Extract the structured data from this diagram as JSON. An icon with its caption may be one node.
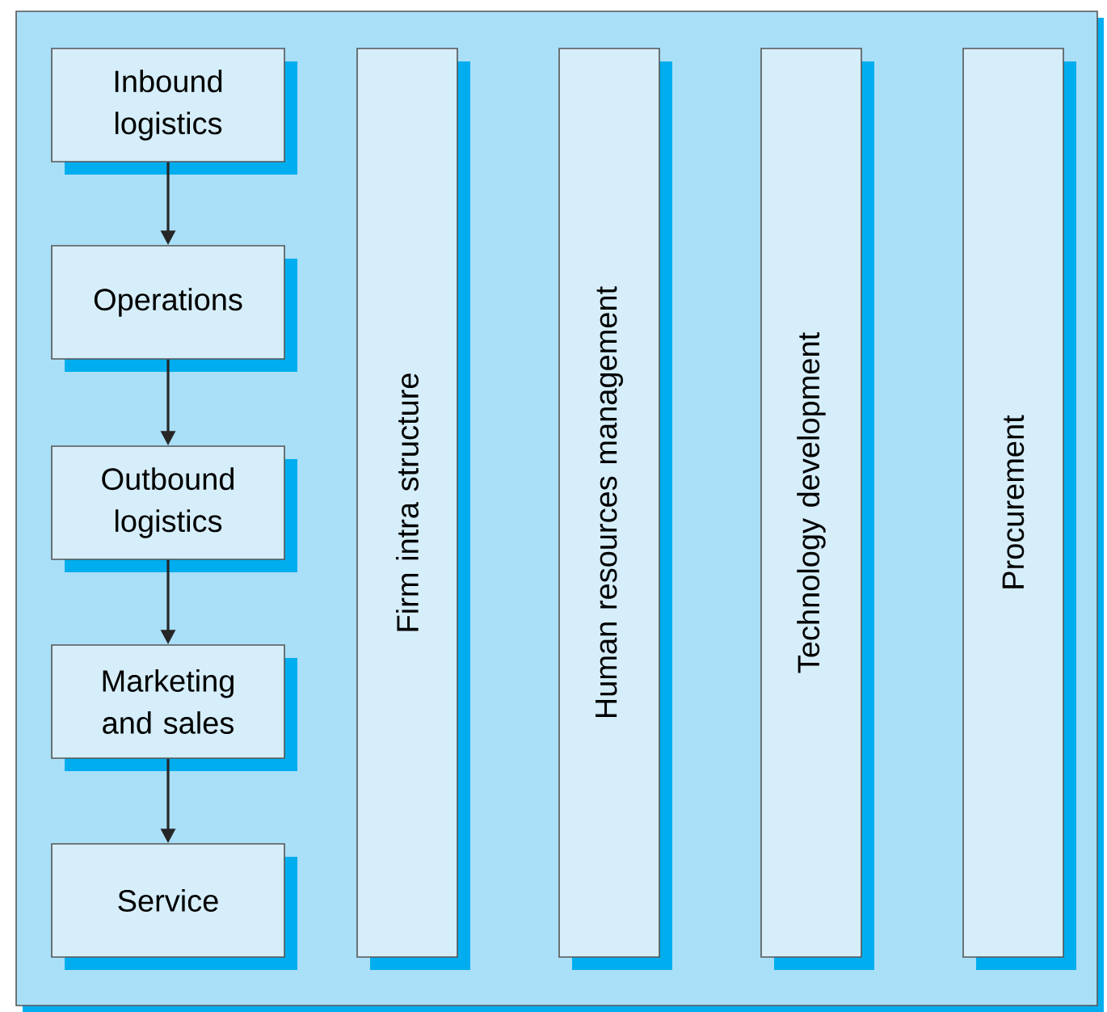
{
  "diagram": {
    "nodes": [
      {
        "text": [],
        "shape": "box"
      },
      {
        "text": [
          "Inbound logistics"
        ],
        "in": 0
      },
      {
        "text": [
          "Operations"
        ],
        "in": 0
      },
      {
        "text": [
          "Outbound logistics"
        ],
        "in": 0
      },
      {
        "text": [
          "Marketing and sales"
        ],
        "in": 0
      },
      {
        "text": [
          "Service"
        ],
        "in": 0
      },
      {
        "text": [
          "Firm intra structure"
        ],
        "in": 0
      },
      {
        "text": [
          "Human resources management"
        ],
        "in": 0
      },
      {
        "text": [
          "Technology development"
        ],
        "in": 0
      },
      {
        "text": [
          "Procurement"
        ],
        "in": 0
      }
    ],
    "edges": [
      {
        "from": 1,
        "to": 2,
        "arrow": "to"
      },
      {
        "from": 2,
        "to": 3,
        "arrow": "to"
      },
      {
        "from": 3,
        "to": 4,
        "arrow": "to"
      },
      {
        "from": 4,
        "to": 5,
        "arrow": "to"
      }
    ]
  }
}
